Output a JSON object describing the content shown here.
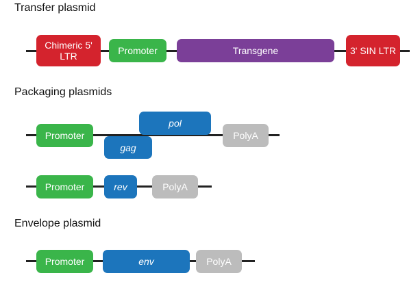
{
  "colors": {
    "ltr": "#d4232d",
    "promoter": "#3ab54a",
    "transgene": "#7b3f98",
    "gene": "#1c75bc",
    "polya": "#bcbcbc",
    "backbone": "#222222"
  },
  "transfer": {
    "title": "Transfer plasmid",
    "elements": {
      "ltr5": "Chimeric 5' LTR",
      "promoter": "Promoter",
      "transgene": "Transgene",
      "ltr3": "3' SIN LTR"
    }
  },
  "packaging": {
    "title": "Packaging plasmids",
    "plasmid1": {
      "promoter": "Promoter",
      "gag": "gag",
      "pol": "pol",
      "polya": "PolyA"
    },
    "plasmid2": {
      "promoter": "Promoter",
      "rev": "rev",
      "polya": "PolyA"
    }
  },
  "envelope": {
    "title": "Envelope plasmid",
    "elements": {
      "promoter": "Promoter",
      "env": "env",
      "polya": "PolyA"
    }
  }
}
